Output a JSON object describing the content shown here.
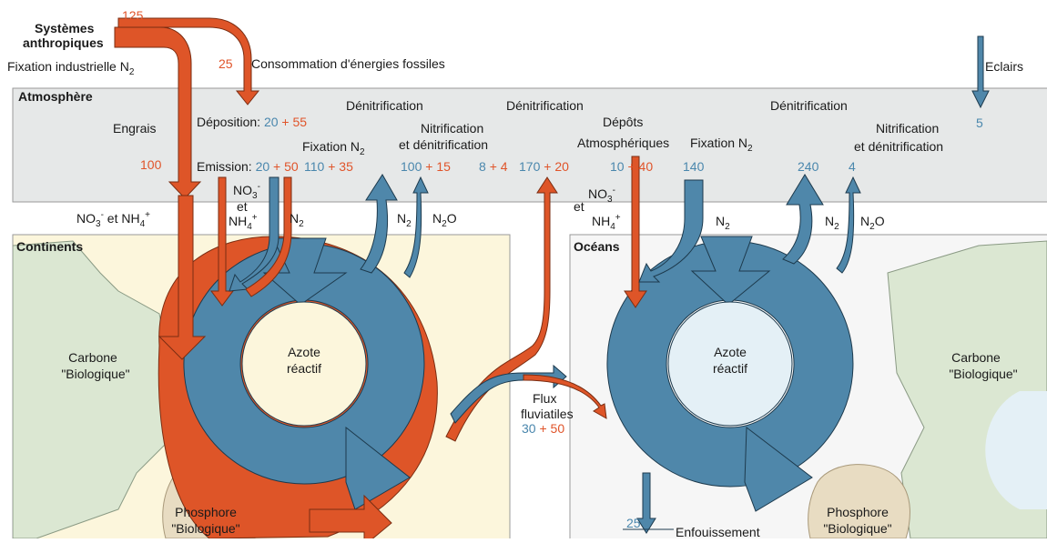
{
  "title": "",
  "colors": {
    "anthropogenic": "#de5528",
    "natural": "#4f87aa",
    "atmosphere": "#e6e8e8",
    "continents": "#fcf6dc",
    "oceans": "#f6f6f6",
    "carbon": "#dbe7d2"
  },
  "regions": {
    "anthropic": [
      "Systèmes",
      "anthropiques"
    ],
    "atmosphere": "Atmosphère",
    "continents": "Continents",
    "oceans": "Océans"
  },
  "top": {
    "industrial_fixation": "Fixation industrielle N",
    "industrial_fixation_sub": "2",
    "total_anthropic": "125",
    "fossil_value": "25",
    "fossil_label": "Consommation d'énergies fossiles",
    "lightning": "Eclairs",
    "lightning_value": "5"
  },
  "continents": {
    "fertilizers": "Engrais",
    "fertilizers_value": "100",
    "deposition_label": "Déposition:",
    "deposition_nat": "20",
    "deposition_plus": "+",
    "deposition_anth": "55",
    "emission_label": "Emission:",
    "emission_nat": "20",
    "emission_plus": "+",
    "emission_anth": "50",
    "denit": "Dénitrification",
    "fixation": "Fixation N",
    "fixation_sub": "2",
    "fixation_nat": "110",
    "fixation_anth": "35",
    "nitdenit": [
      "Nitrification",
      "et dénitrification"
    ],
    "nitdenit_nat": "100",
    "nitdenit_anth": "15",
    "uptake_a": "NO",
    "uptake_b": "et",
    "uptake_c": "NH",
    "uptake_n2": "N",
    "input_a": "NO",
    "input_b": "et",
    "input_c": "NH",
    "out_n2": "N",
    "out_n2o": "N",
    "cycle": [
      "Azote",
      "réactif"
    ],
    "carbon": [
      "Carbone",
      "\"Biologique\""
    ],
    "phosphorus": [
      "Phosphore",
      "\"Biologique\""
    ]
  },
  "middle": {
    "denit": "Dénitrification",
    "v1_nat": "8",
    "v1_anth": "4",
    "v2_nat": "170",
    "v2_anth": "20",
    "rivers": [
      "Flux",
      "fluviatiles"
    ],
    "rivers_nat": "30",
    "rivers_anth": "50"
  },
  "oceans": {
    "deposits": [
      "Dépôts",
      "Atmosphériques"
    ],
    "deposits_nat": "10",
    "deposits_anth": "40",
    "fixation": "Fixation N",
    "fixation_sub": "2",
    "fixation_value": "140",
    "denit": "Dénitrification",
    "denit_value": "240",
    "nitdenit": [
      "Nitrification",
      "et dénitrification"
    ],
    "nitdenit_value": "4",
    "in_a": "NO",
    "in_b": "et",
    "in_c": "NH",
    "in_n2": "N",
    "out_n2": "N",
    "out_n2o": "N",
    "cycle": [
      "Azote",
      "réactif"
    ],
    "carbon": [
      "Carbone",
      "\"Biologique\""
    ],
    "phosphorus": [
      "Phosphore",
      "\"Biologique\""
    ],
    "burial_value": "25",
    "burial": "Enfouissement"
  }
}
